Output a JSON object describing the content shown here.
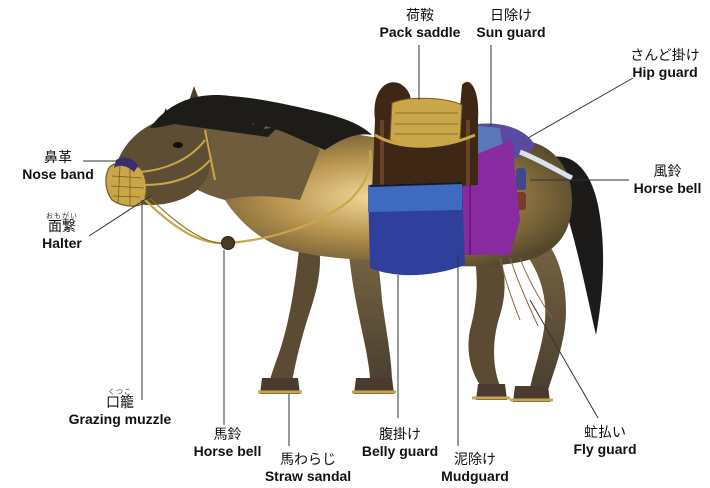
{
  "labels": {
    "pack_saddle": {
      "jp": "荷鞍",
      "en": "Pack saddle"
    },
    "sun_guard": {
      "jp": "日除け",
      "en": "Sun guard"
    },
    "hip_guard": {
      "jp": "さんど掛け",
      "en": "Hip guard"
    },
    "nose_band": {
      "jp": "鼻革",
      "en": "Nose band"
    },
    "horse_bell_right": {
      "jp": "風鈴",
      "en": "Horse bell"
    },
    "halter": {
      "ruby": "おもがい",
      "jp": "面繋",
      "en": "Halter"
    },
    "grazing_muzzle": {
      "ruby": "くつこ",
      "jp": "口籠",
      "en": "Grazing muzzle"
    },
    "horse_bell_neck": {
      "jp": "馬鈴",
      "en": "Horse bell"
    },
    "straw_sandal": {
      "jp": "馬わらじ",
      "en": "Straw sandal"
    },
    "belly_guard": {
      "jp": "腹掛け",
      "en": "Belly guard"
    },
    "mudguard": {
      "jp": "泥除け",
      "en": "Mudguard"
    },
    "fly_guard": {
      "jp": "虻払い",
      "en": "Fly guard"
    }
  },
  "colors": {
    "horse_body": "#6b5a3a",
    "horse_glow": "#e9c88a",
    "mane": "#1e1c18",
    "belly_guard": "#2e3f9c",
    "saddle_cloth": "#8a2aa0",
    "sun_guard": "#5a78b8",
    "straw": "#c9a64a",
    "wood": "#4a2c1a",
    "leader": "#333333"
  }
}
